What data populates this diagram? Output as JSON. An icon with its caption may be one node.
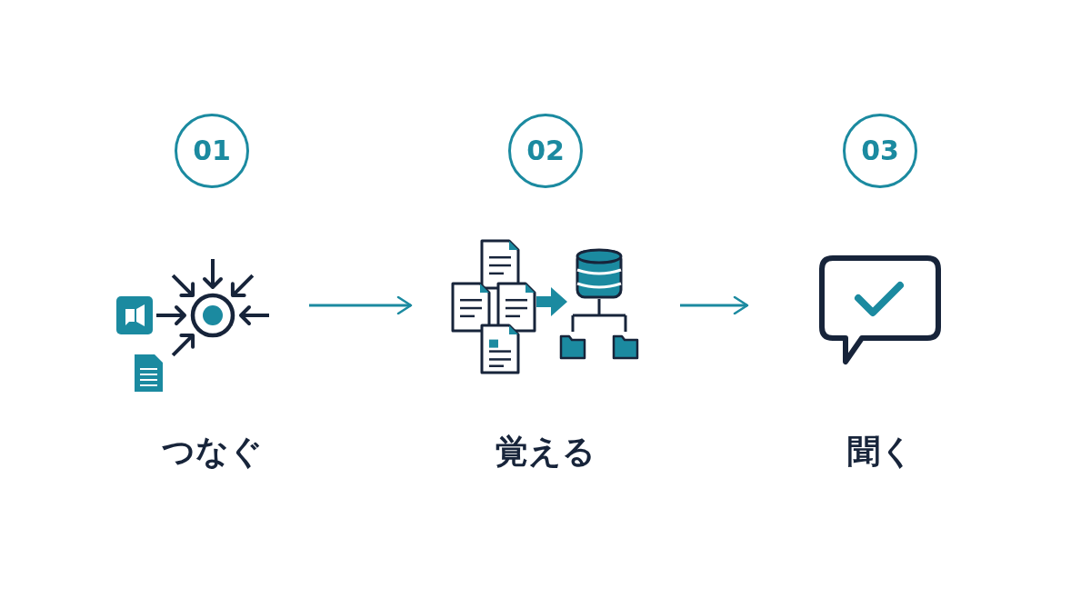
{
  "diagram": {
    "nodes": [
      {
        "text": [
          "01"
        ]
      },
      {
        "text": [
          "02"
        ]
      },
      {
        "text": [
          "03"
        ]
      },
      {
        "text": [],
        "shape": "picture",
        "beside": [
          "つなぐ"
        ]
      },
      {
        "text": [],
        "shape": "picture",
        "beside": [
          "覚える"
        ]
      },
      {
        "text": [],
        "shape": "picture",
        "beside": [
          "聞く"
        ]
      }
    ],
    "edges": [
      {
        "from": 3,
        "to": 4,
        "arrow": "to"
      },
      {
        "from": 4,
        "to": 5,
        "arrow": "to"
      }
    ]
  }
}
